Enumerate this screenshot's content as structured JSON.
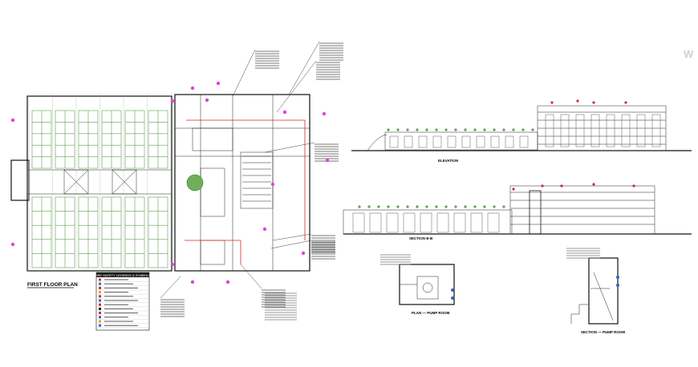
{
  "watermark": "W",
  "titles": {
    "first_floor_plan": "FIRST FLOOR PLAN",
    "elevation": "ELEVATION",
    "section": "SECTION B-B",
    "detail_left": "PLAN — PUMP ROOM",
    "detail_right": "SECTION — PUMP ROOM"
  },
  "legend": {
    "heading": "FIRE SAFETY LEGENDS & SYMBOLS",
    "rows": 12
  },
  "colors": {
    "line": "#111111",
    "parking": "#5ea04f",
    "fire": "#d62828",
    "marker": "#e040e0",
    "legend_header": "#1a1a1a"
  }
}
